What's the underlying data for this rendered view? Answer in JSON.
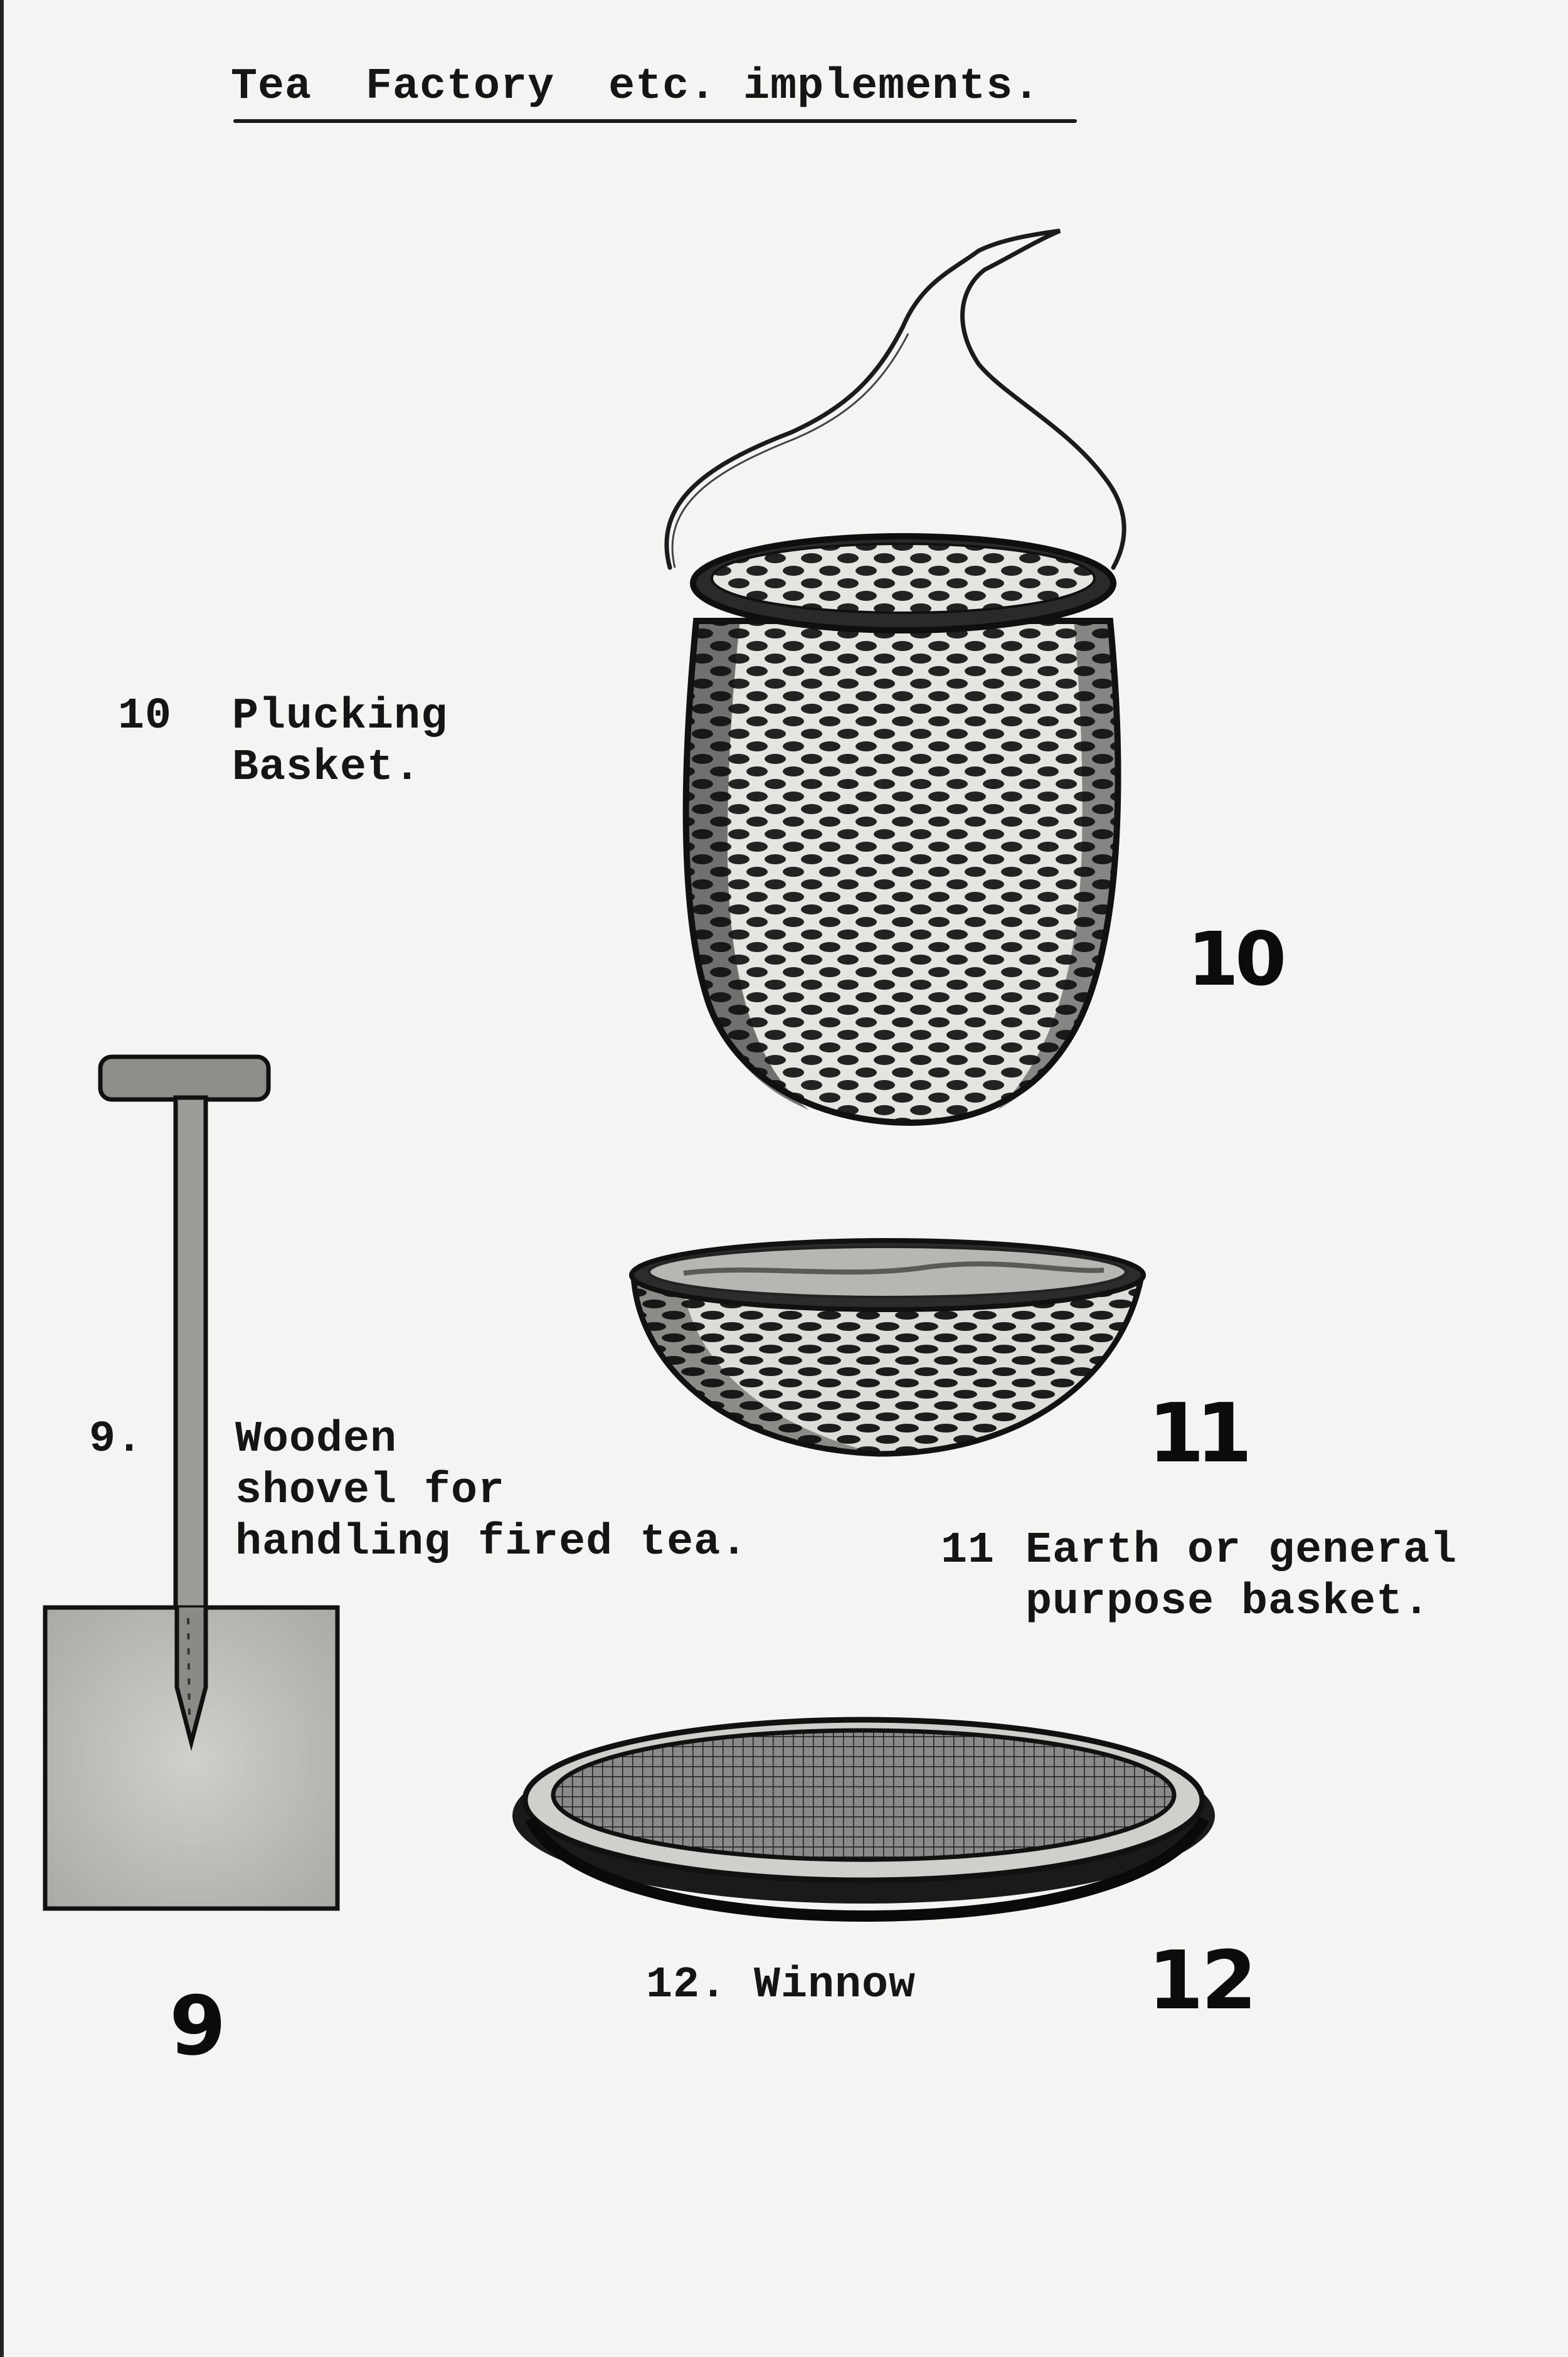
{
  "title": "Tea  Factory  etc. implements.",
  "items": {
    "basket": {
      "number": "10",
      "label_line1": "Plucking",
      "label_line2": "Basket.",
      "figure_number": "10"
    },
    "shovel": {
      "number": "9.",
      "label_line1": "Wooden",
      "label_line2": "shovel for",
      "label_line3": "handling fired tea.",
      "figure_number": "9"
    },
    "earth_basket": {
      "number": "11",
      "label_line1": "Earth or general",
      "label_line2": "purpose basket.",
      "figure_number": "11"
    },
    "winnow": {
      "label": "12. Winnow",
      "figure_number": "12"
    }
  }
}
